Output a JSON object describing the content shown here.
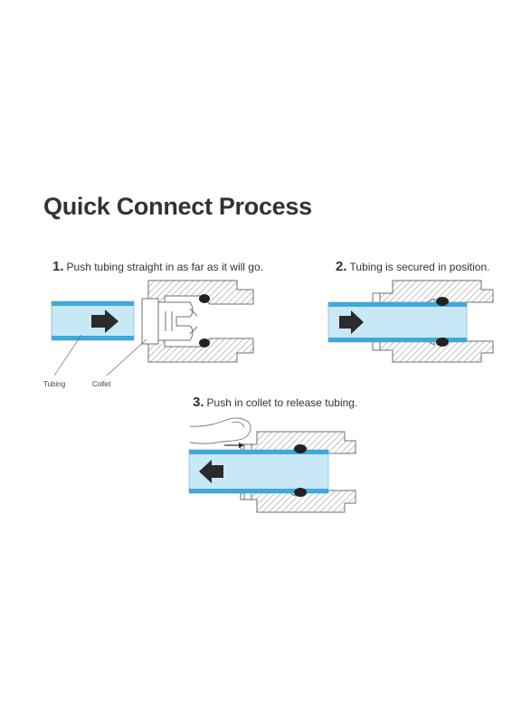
{
  "title": "Quick Connect Process",
  "steps": [
    {
      "number": "1.",
      "text": "Push tubing straight in as far as it will go."
    },
    {
      "number": "2.",
      "text": "Tubing is secured in position."
    },
    {
      "number": "3.",
      "text": "Push in collet to release tubing."
    }
  ],
  "labels": {
    "tubing": "Tubing",
    "collet": "Collet"
  },
  "colors": {
    "tube_fill": "#c9e8f6",
    "tube_edge": "#3fa9dc",
    "hatch": "#8a8a8a",
    "oring": "#222222",
    "arrow": "#2b2b2b"
  }
}
